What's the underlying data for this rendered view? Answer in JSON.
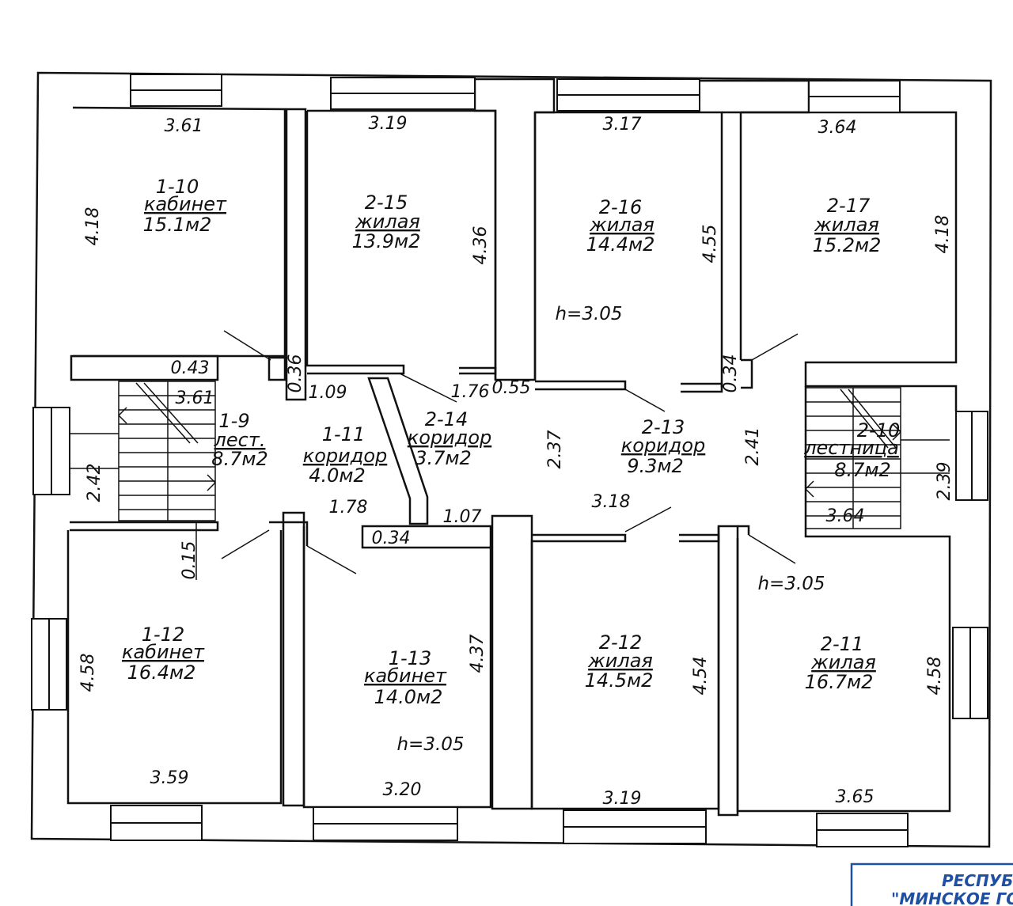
{
  "rooms": [
    {
      "id": "1-10",
      "use": "кабинет",
      "area": "15.1м2"
    },
    {
      "id": "2-15",
      "use": "жилая",
      "area": "13.9м2"
    },
    {
      "id": "2-16",
      "use": "жилая",
      "area": "14.4м2"
    },
    {
      "id": "2-17",
      "use": "жилая",
      "area": "15.2м2"
    },
    {
      "id": "1-9",
      "use": "лест.",
      "area": "8.7м2"
    },
    {
      "id": "1-11",
      "use": "коридор",
      "area": "4.0м2"
    },
    {
      "id": "2-14",
      "use": "коридор",
      "area": "3.7м2"
    },
    {
      "id": "2-13",
      "use": "коридор",
      "area": "9.3м2"
    },
    {
      "id": "2-10",
      "use": "лестница",
      "area": "8.7м2"
    },
    {
      "id": "1-12",
      "use": "кабинет",
      "area": "16.4м2"
    },
    {
      "id": "1-13",
      "use": "кабинет",
      "area": "14.0м2"
    },
    {
      "id": "2-12",
      "use": "жилая",
      "area": "14.5м2"
    },
    {
      "id": "2-11",
      "use": "жилая",
      "area": "16.7м2"
    }
  ],
  "dimensions": [
    "3.61",
    "3.19",
    "3.17",
    "3.64",
    "4.18",
    "4.36",
    "4.55",
    "4.18",
    "0.43",
    "3.61",
    "0.36",
    "0.34",
    "1.09",
    "1.76",
    "0.55",
    "2.42",
    "2.37",
    "2.41",
    "2.39",
    "1.78",
    "1.07",
    "0.34",
    "3.18",
    "3.64",
    "0.15",
    "4.58",
    "4.37",
    "4.54",
    "4.58",
    "3.59",
    "3.20",
    "3.19",
    "3.65"
  ],
  "heights": [
    "h=3.05",
    "h=3.05",
    "h=3.05"
  ],
  "stamp": {
    "line1": "РЕСПУБЛ",
    "line2": "\"МИНСКОЕ ГОРО"
  }
}
